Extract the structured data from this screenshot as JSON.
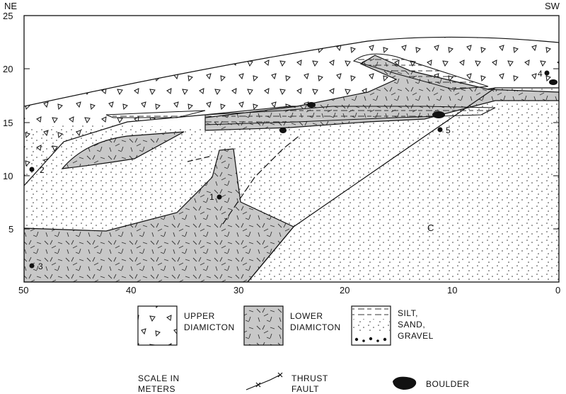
{
  "axes": {
    "left_label": "NE",
    "right_label": "SW",
    "y_ticks": [
      "25",
      "20",
      "15",
      "10",
      "5"
    ],
    "x_ticks": [
      "50",
      "40",
      "30",
      "20",
      "10",
      "0"
    ]
  },
  "unit_labels": {
    "c": "C"
  },
  "sample_points": [
    "1",
    "2",
    "3",
    "4",
    "5"
  ],
  "legend": {
    "upper_diamicton": [
      "UPPER",
      "DIAMICTON"
    ],
    "lower_diamicton": [
      "LOWER",
      "DIAMICTON"
    ],
    "silt_sand_gravel": [
      "SILT,",
      "SAND,",
      "GRAVEL"
    ],
    "scale": [
      "SCALE IN",
      "METERS"
    ],
    "thrust_fault": [
      "THRUST",
      "FAULT"
    ],
    "boulder": "BOULDER"
  },
  "colors": {
    "lower_diamicton_fill": "#c8c8c8",
    "ink": "#111111"
  }
}
